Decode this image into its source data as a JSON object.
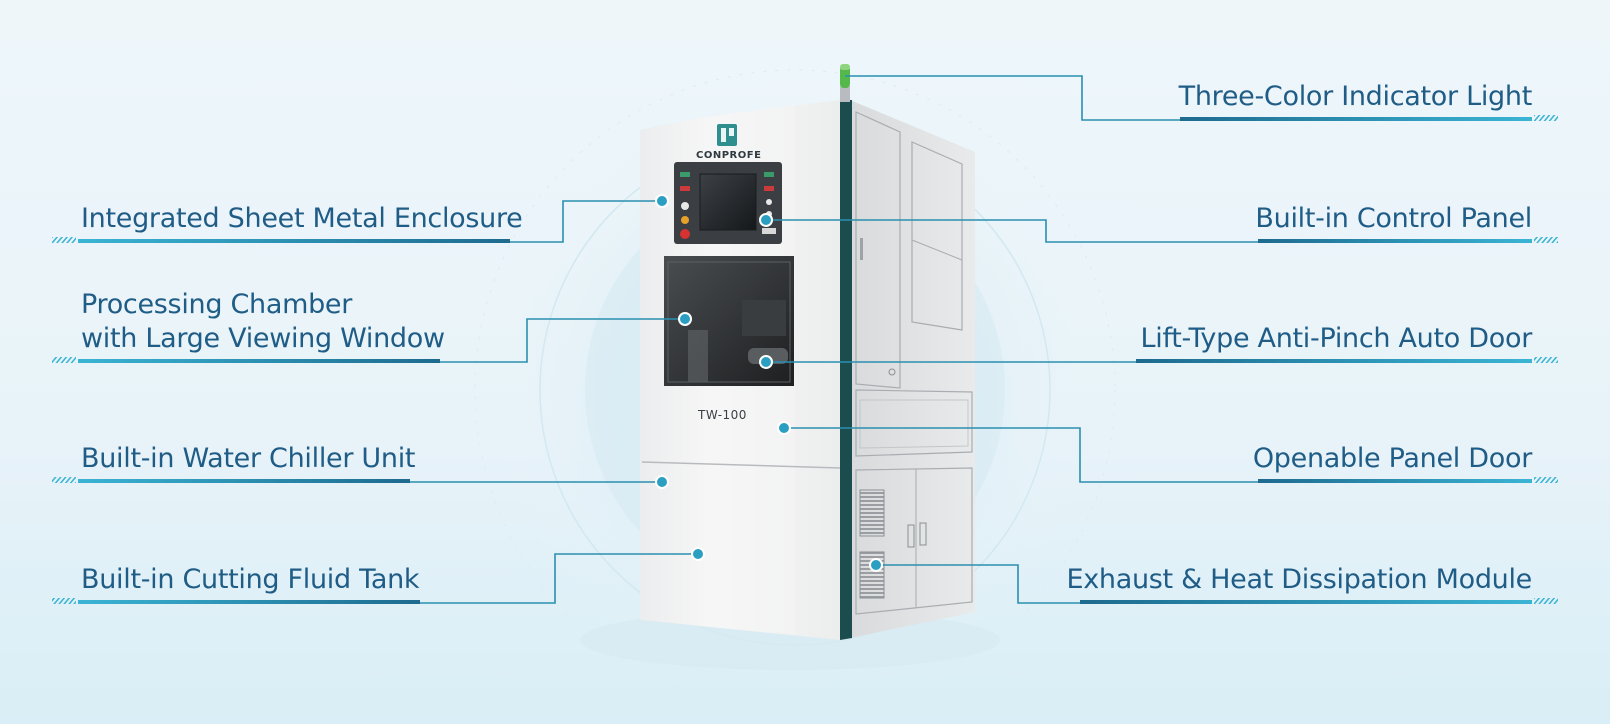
{
  "machine": {
    "brand": "CONPROFE",
    "model": "TW-100"
  },
  "callouts_left": [
    {
      "id": "enclosure",
      "text": "Integrated Sheet Metal Enclosure"
    },
    {
      "id": "chamber",
      "line1": "Processing Chamber",
      "line2": "with Large Viewing Window"
    },
    {
      "id": "chiller",
      "text": "Built-in Water Chiller Unit"
    },
    {
      "id": "fluid-tank",
      "text": "Built-in Cutting Fluid Tank"
    }
  ],
  "callouts_right": [
    {
      "id": "indicator",
      "text": "Three-Color Indicator Light"
    },
    {
      "id": "control-panel",
      "text": "Built-in Control Panel"
    },
    {
      "id": "auto-door",
      "text": "Lift-Type Anti-Pinch Auto Door"
    },
    {
      "id": "panel-door",
      "text": "Openable Panel Door"
    },
    {
      "id": "exhaust",
      "text": "Exhaust & Heat Dissipation Module"
    }
  ],
  "colors": {
    "label_text": "#1f5c86",
    "leader_line": "#2a8fb0",
    "underline_dark": "#1d6b8f",
    "underline_light": "#3bb4d4",
    "dot": "#2a9fc2",
    "background": "#eaf4f9"
  }
}
